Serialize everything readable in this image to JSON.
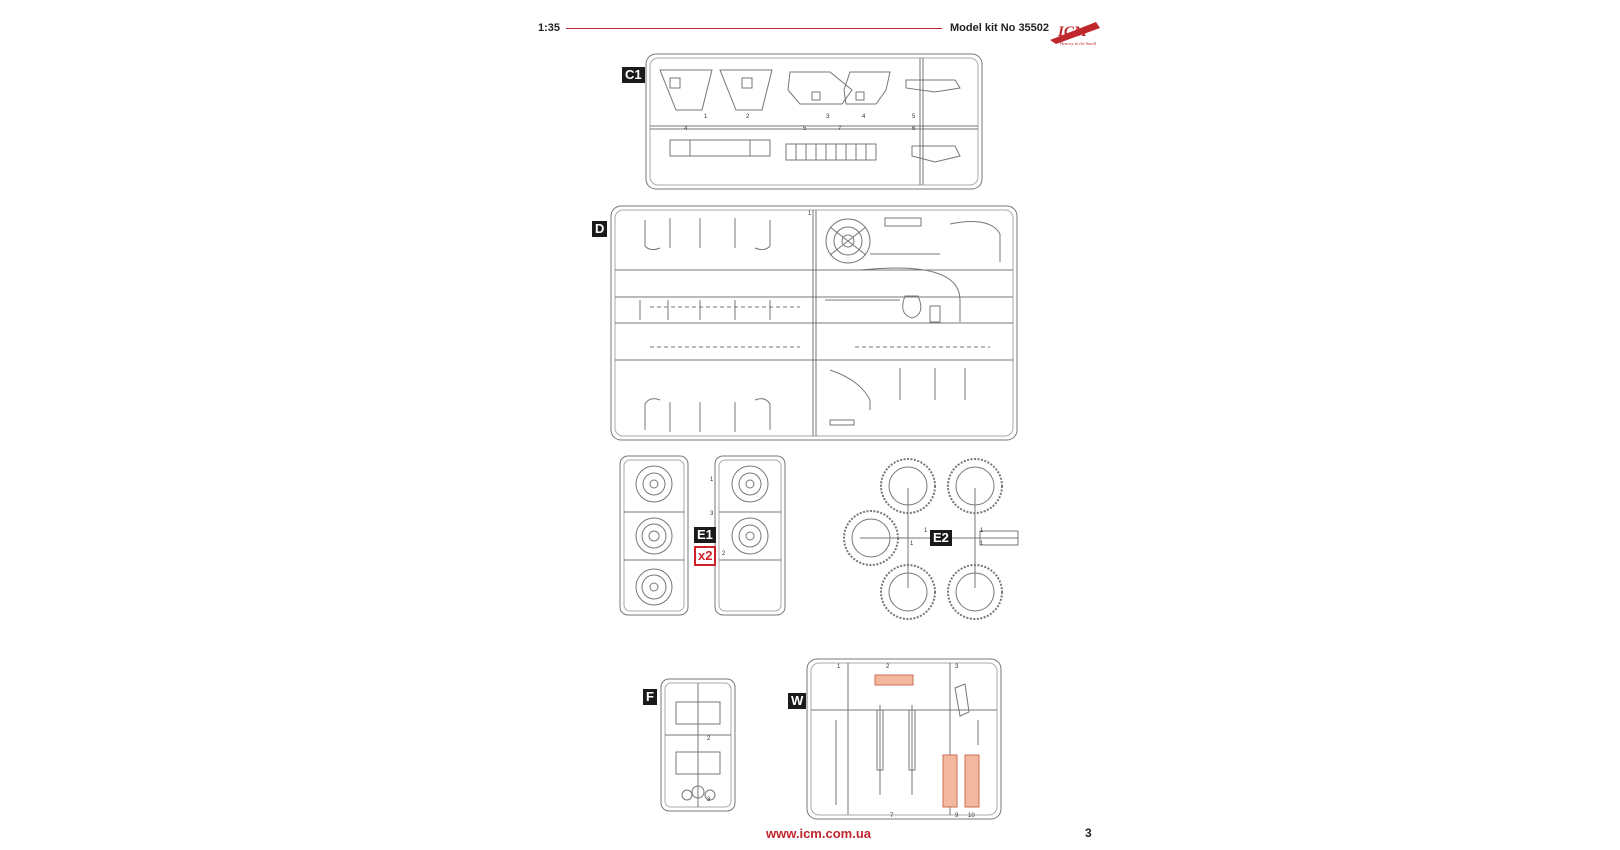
{
  "header": {
    "scale": "1:35",
    "kit_number": "Model kit No 35502",
    "logo_text": "ICM",
    "logo_tagline": "History in the Small"
  },
  "sprues": {
    "c1": {
      "label": "C1"
    },
    "d": {
      "label": "D"
    },
    "e1": {
      "label": "E1",
      "quantity": "x2"
    },
    "e2": {
      "label": "E2"
    },
    "f": {
      "label": "F"
    },
    "w": {
      "label": "W"
    }
  },
  "footer": {
    "url": "www.icm.com.ua",
    "page_number": "3"
  },
  "colors": {
    "accent_red": "#c0272d",
    "highlight_orange": "#f2b8a0",
    "outline": "#777777"
  }
}
